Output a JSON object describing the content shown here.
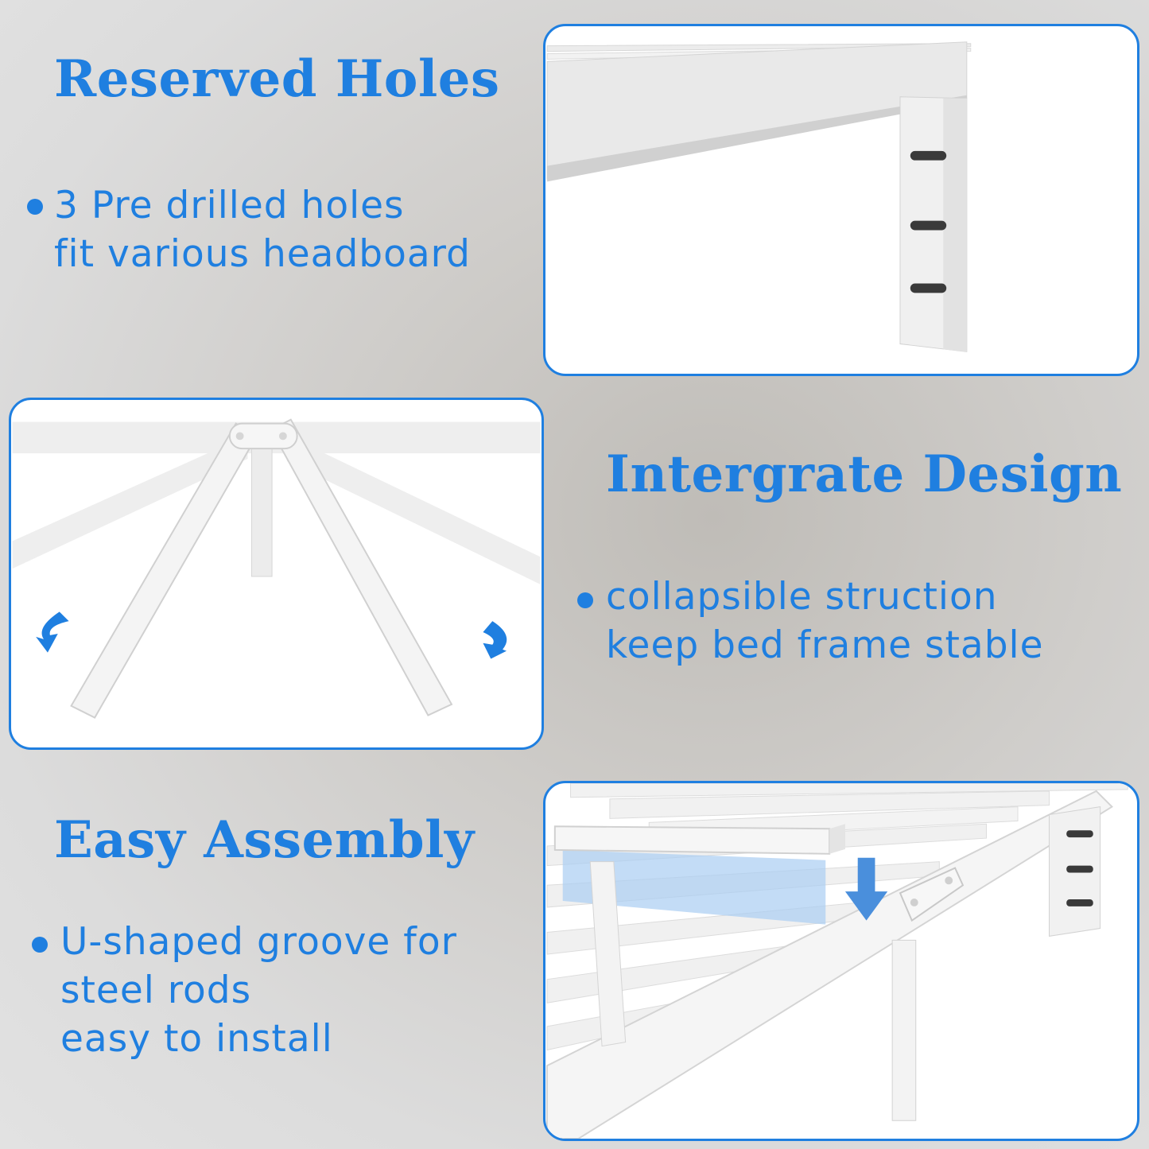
{
  "sections": {
    "reserved_holes": {
      "title": "Reserved Holes",
      "lines": [
        "3 Pre drilled holes",
        "fit various headboard"
      ]
    },
    "integrate_design": {
      "title": "Intergrate Design",
      "lines": [
        "collapsible struction",
        "keep bed frame stable"
      ]
    },
    "easy_assembly": {
      "title": "Easy Assembly",
      "lines": [
        "U-shaped groove for",
        "steel rods",
        "easy to install"
      ]
    }
  },
  "colors": {
    "accent": "#1f7fe0",
    "panel_bg": "#ffffff"
  },
  "icons": [
    "curved-arrow-left-icon",
    "curved-arrow-right-icon",
    "down-arrow-icon",
    "bullet-dot-icon"
  ]
}
